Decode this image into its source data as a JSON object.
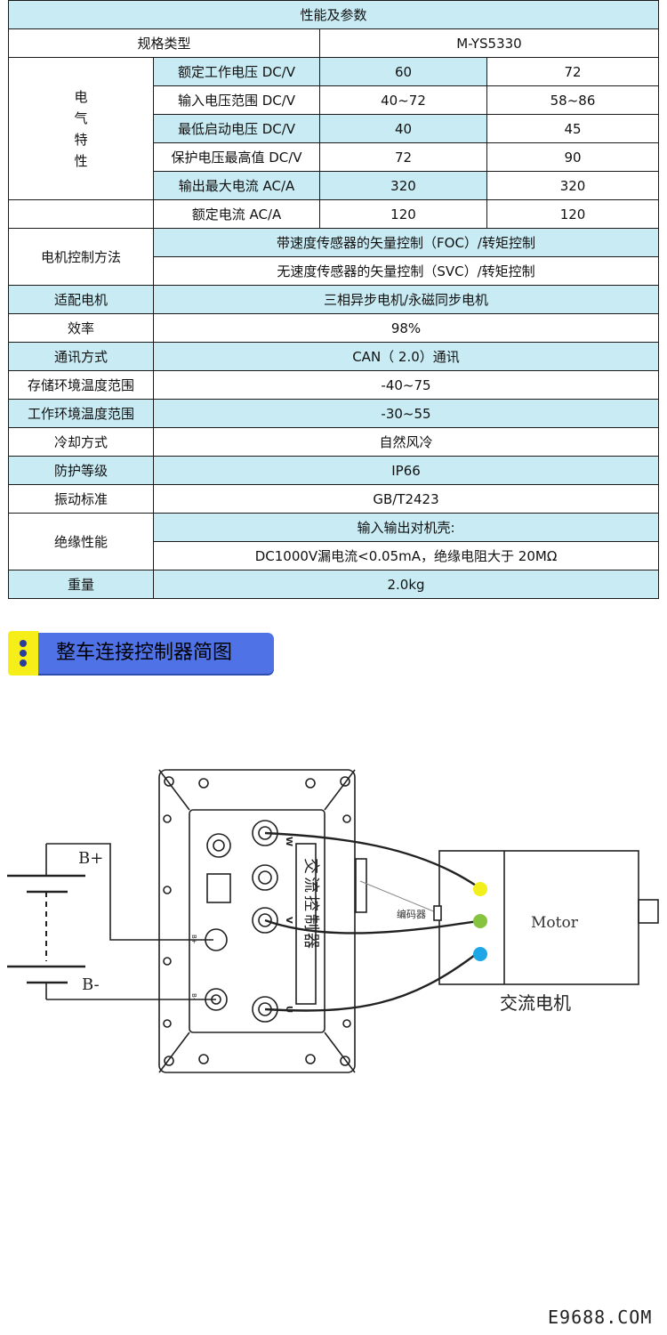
{
  "table": {
    "header": "性能及参数",
    "spec_type_label": "规格类型",
    "spec_type_value": "M-YS5330",
    "electrical_group_label": "电\n气\n特\n性",
    "rows": [
      {
        "label": "额定工作电压 DC/V",
        "v1": "60",
        "v2": "72"
      },
      {
        "label": "输入电压范围 DC/V",
        "v1": "40~72",
        "v2": "58~86"
      },
      {
        "label": "最低启动电压 DC/V",
        "v1": "40",
        "v2": "45"
      },
      {
        "label": "保护电压最高值 DC/V",
        "v1": "72",
        "v2": "90"
      },
      {
        "label": "输出最大电流 AC/A",
        "v1": "320",
        "v2": "320"
      },
      {
        "label": "额定电流 AC/A",
        "v1": "120",
        "v2": "120"
      }
    ],
    "control_method_label": "电机控制方法",
    "control_method_values": [
      "带速度传感器的矢量控制（FOC）/转矩控制",
      "无速度传感器的矢量控制（SVC）/转矩控制"
    ],
    "params": [
      {
        "label": "适配电机",
        "value": "三相异步电机/永磁同步电机"
      },
      {
        "label": "效率",
        "value": "98%"
      },
      {
        "label": "通讯方式",
        "value": "CAN（ 2.0）通讯"
      },
      {
        "label": "存储环境温度范围",
        "value": "-40~75"
      },
      {
        "label": "工作环境温度范围",
        "value": "-30~55"
      },
      {
        "label": "冷却方式",
        "value": "自然风冷"
      },
      {
        "label": "防护等级",
        "value": "IP66"
      },
      {
        "label": "振动标准",
        "value": "GB/T2423"
      }
    ],
    "insulation_label": "绝缘性能",
    "insulation_values": [
      "输入输出对机壳:",
      "DC1000V漏电流<0.05mA，绝缘电阻大于 20MΩ"
    ],
    "weight_label": "重量",
    "weight_value": "2.0kg"
  },
  "section_title": "整车连接控制器简图",
  "diagram": {
    "battery_positive": "B+",
    "battery_negative": "B-",
    "controller_label": "交流控制器",
    "encoder_label": "编码器",
    "motor_label": "Motor",
    "motor_caption": "交流电机",
    "terminal_w": "W",
    "terminal_v": "V",
    "terminal_u": "U",
    "terminal_plus": "B+",
    "terminal_minus": "B-"
  },
  "watermark": "E9688.COM",
  "colors": {
    "highlight": "#c9ebf4",
    "banner_blue": "#4f73e6",
    "banner_yellow": "#f6ee19",
    "wire_yellow": "#f3ef1c",
    "wire_green": "#86c440",
    "wire_blue": "#1ea7e6"
  }
}
